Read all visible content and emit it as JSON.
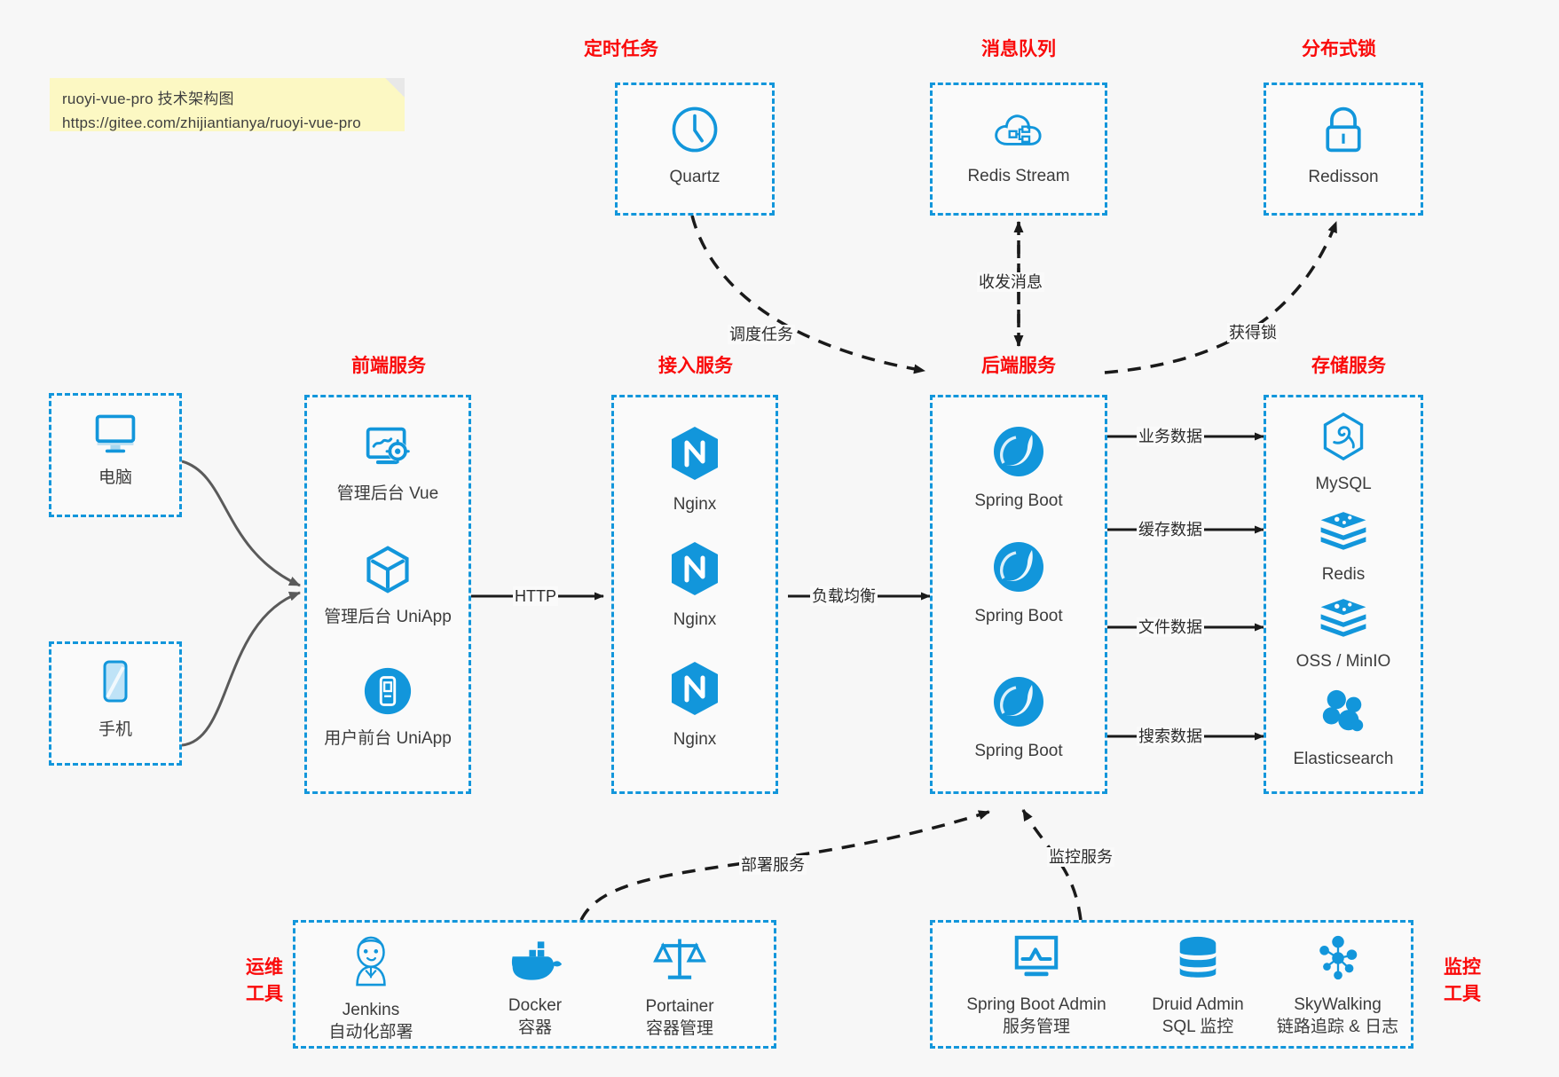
{
  "note": {
    "line1": "ruoyi-vue-pro 技术架构图",
    "line2": "https://gitee.com/zhijiantianya/ruoyi-vue-pro"
  },
  "colors": {
    "accent": "#1296db",
    "title": "#fa0a0a",
    "text": "#3c3c3c",
    "background": "#f7f7f7",
    "note_bg": "#fcf8c3",
    "arrow": "#1a1a1a",
    "curve": "#5a5a5a"
  },
  "groups": {
    "scheduled_task": {
      "title": "定时任务",
      "nodes": [
        {
          "label": "Quartz",
          "icon": "clock-icon"
        }
      ]
    },
    "message_queue": {
      "title": "消息队列",
      "nodes": [
        {
          "label": "Redis Stream",
          "icon": "cloud-stream-icon"
        }
      ]
    },
    "distributed_lock": {
      "title": "分布式锁",
      "nodes": [
        {
          "label": "Redisson",
          "icon": "lock-icon"
        }
      ]
    },
    "clients": {
      "nodes": [
        {
          "label": "电脑",
          "icon": "desktop-monitor-icon"
        },
        {
          "label": "手机",
          "icon": "mobile-phone-icon"
        }
      ]
    },
    "frontend": {
      "title": "前端服务",
      "nodes": [
        {
          "label": "管理后台 Vue",
          "icon": "dashboard-settings-icon"
        },
        {
          "label": "管理后台 UniApp",
          "icon": "cube-icon"
        },
        {
          "label": "用户前台 UniApp",
          "icon": "app-phone-icon"
        }
      ]
    },
    "gateway": {
      "title": "接入服务",
      "nodes": [
        {
          "label": "Nginx",
          "icon": "nginx-icon"
        },
        {
          "label": "Nginx",
          "icon": "nginx-icon"
        },
        {
          "label": "Nginx",
          "icon": "nginx-icon"
        }
      ]
    },
    "backend": {
      "title": "后端服务",
      "nodes": [
        {
          "label": "Spring Boot",
          "icon": "spring-boot-icon"
        },
        {
          "label": "Spring Boot",
          "icon": "spring-boot-icon"
        },
        {
          "label": "Spring Boot",
          "icon": "spring-boot-icon"
        }
      ]
    },
    "storage": {
      "title": "存储服务",
      "nodes": [
        {
          "label": "MySQL",
          "icon": "mysql-icon"
        },
        {
          "label": "Redis",
          "icon": "redis-icon"
        },
        {
          "label": "OSS / MinIO",
          "icon": "redis-icon"
        },
        {
          "label": "Elasticsearch",
          "icon": "elasticsearch-icon"
        }
      ]
    },
    "devops": {
      "title_line1": "运维",
      "title_line2": "工具",
      "nodes": [
        {
          "label": "Jenkins",
          "sublabel": "自动化部署",
          "icon": "jenkins-icon"
        },
        {
          "label": "Docker",
          "sublabel": "容器",
          "icon": "docker-icon"
        },
        {
          "label": "Portainer",
          "sublabel": "容器管理",
          "icon": "scales-icon"
        }
      ]
    },
    "monitoring": {
      "title_line1": "监控",
      "title_line2": "工具",
      "nodes": [
        {
          "label": "Spring Boot Admin",
          "sublabel": "服务管理",
          "icon": "monitor-chart-icon"
        },
        {
          "label": "Druid Admin",
          "sublabel": "SQL 监控",
          "icon": "database-icon"
        },
        {
          "label": "SkyWalking",
          "sublabel": "链路追踪 & 日志",
          "icon": "skywalking-icon"
        }
      ]
    }
  },
  "edges": {
    "http": "HTTP",
    "load_balance": "负载均衡",
    "schedule_task": "调度任务",
    "send_receive_message": "收发消息",
    "acquire_lock": "获得锁",
    "business_data": "业务数据",
    "cache_data": "缓存数据",
    "file_data": "文件数据",
    "search_data": "搜索数据",
    "deploy_service": "部署服务",
    "monitor_service": "监控服务"
  }
}
